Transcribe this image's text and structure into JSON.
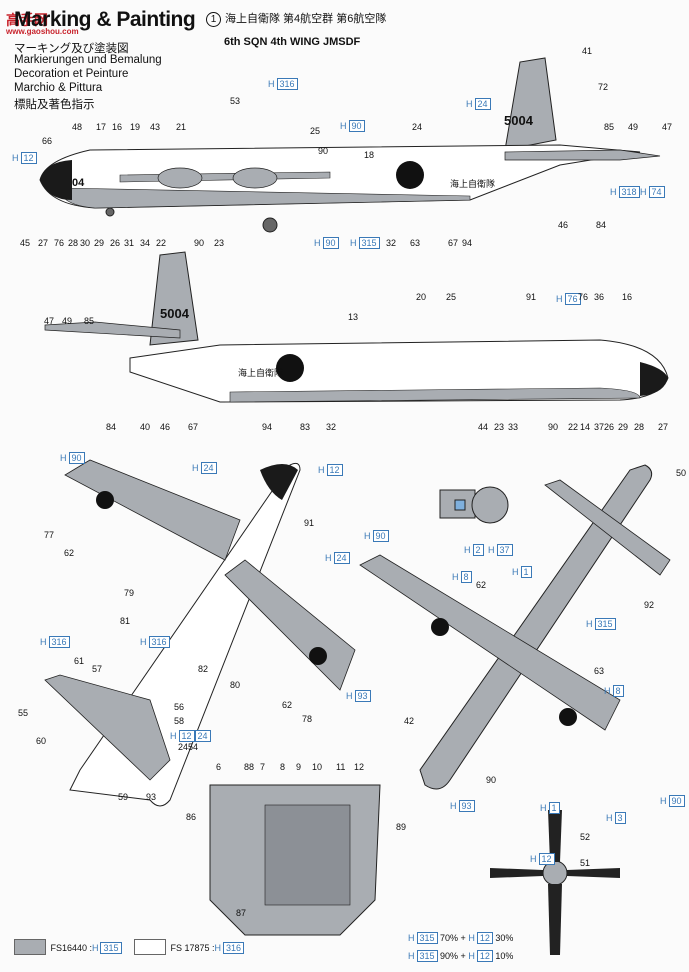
{
  "title": "Marking & Painting",
  "watermark": {
    "logo": "高手网",
    "site": "www.gaoshou.com"
  },
  "subtitles": [
    "マーキング及び塗装図",
    "Markierungen und Bemalung",
    "Decoration et Peinture",
    "Marchio & Pittura",
    "標貼及著色指示"
  ],
  "scheme": {
    "number": "1",
    "jp": "海上自衛隊 第4航空群 第6航空隊",
    "en": "6th SQN 4th WING JMSDF"
  },
  "aircraft": {
    "tail_code": "5004",
    "nose_code": "04",
    "fuselage_text": "海上自衛隊"
  },
  "color_callouts": [
    {
      "id": "c1",
      "h": "316",
      "label": "H"
    },
    {
      "id": "c2",
      "h": "90",
      "label": "H"
    },
    {
      "id": "c3",
      "h": "24",
      "label": "H"
    },
    {
      "id": "c4",
      "h": "12",
      "label": "H"
    },
    {
      "id": "c5",
      "h": "318",
      "label": "H"
    },
    {
      "id": "c6",
      "h": "74",
      "label": "H"
    },
    {
      "id": "c7",
      "h": "90",
      "label": "H"
    },
    {
      "id": "c8",
      "h": "315",
      "label": "H"
    },
    {
      "id": "c9",
      "h": "76",
      "label": "H"
    },
    {
      "id": "c10",
      "h": "90",
      "label": "H"
    },
    {
      "id": "c11",
      "h": "24",
      "label": "H"
    },
    {
      "id": "c12",
      "h": "12",
      "label": "H"
    },
    {
      "id": "c13",
      "h": "316",
      "label": "H"
    },
    {
      "id": "c14",
      "h": "2",
      "label": "H"
    },
    {
      "id": "c15",
      "h": "37",
      "label": "H"
    },
    {
      "id": "c16",
      "h": "1",
      "label": "H"
    },
    {
      "id": "c17",
      "h": "315",
      "label": "H"
    },
    {
      "id": "c18",
      "h": "90",
      "label": "H"
    },
    {
      "id": "c19",
      "h": "8",
      "label": "H"
    },
    {
      "id": "c20",
      "h": "24",
      "label": "H"
    },
    {
      "id": "c21",
      "h": "316",
      "label": "H"
    },
    {
      "id": "c22",
      "h": "93",
      "label": "H"
    },
    {
      "id": "c23",
      "h": "8",
      "label": "H"
    },
    {
      "id": "c24",
      "h": "24",
      "label": "H"
    },
    {
      "id": "c25",
      "h": "12",
      "label": "H"
    },
    {
      "id": "c26",
      "h": "93",
      "label": "H"
    },
    {
      "id": "c27",
      "h": "90",
      "label": "H"
    },
    {
      "id": "c28",
      "h": "1",
      "label": "H"
    },
    {
      "id": "c29",
      "h": "3",
      "label": "H"
    },
    {
      "id": "c30",
      "h": "12",
      "label": "H"
    }
  ],
  "mixes": [
    {
      "text": "70% + ",
      "a": "315",
      "b": "12",
      "pct": "30%"
    },
    {
      "text": "90% + ",
      "a": "315",
      "b": "12",
      "pct": "10%"
    }
  ],
  "legend": [
    {
      "fs": "FS16440 :",
      "h": "315",
      "color": "#a9adb2"
    },
    {
      "fs": "FS 17875 :",
      "h": "316",
      "color": "#ffffff"
    }
  ],
  "part_numbers_side": [
    "41",
    "72",
    "85",
    "49",
    "47",
    "48",
    "17",
    "16",
    "19",
    "43",
    "21",
    "53",
    "25",
    "90",
    "18",
    "24",
    "66",
    "45",
    "27",
    "76",
    "28",
    "30",
    "29",
    "26",
    "31",
    "34",
    "22",
    "90",
    "23",
    "32",
    "63",
    "67",
    "94",
    "46",
    "84"
  ],
  "part_numbers_side2": [
    "20",
    "25",
    "91",
    "76",
    "36",
    "16",
    "47",
    "49",
    "85",
    "13",
    "84",
    "40",
    "46",
    "67",
    "94",
    "83",
    "32",
    "44",
    "23",
    "33",
    "90",
    "22",
    "14",
    "37",
    "26",
    "29",
    "28",
    "27",
    "41"
  ],
  "part_numbers_plan": [
    "77",
    "62",
    "79",
    "81",
    "91",
    "82",
    "80",
    "62",
    "78",
    "61",
    "57",
    "55",
    "60",
    "56",
    "58",
    "24",
    "54",
    "59",
    "93",
    "42",
    "90",
    "62",
    "63",
    "50",
    "92"
  ],
  "part_numbers_detail": [
    "6",
    "88",
    "7",
    "8",
    "9",
    "10",
    "11",
    "12",
    "86",
    "89",
    "87",
    "52",
    "51"
  ]
}
